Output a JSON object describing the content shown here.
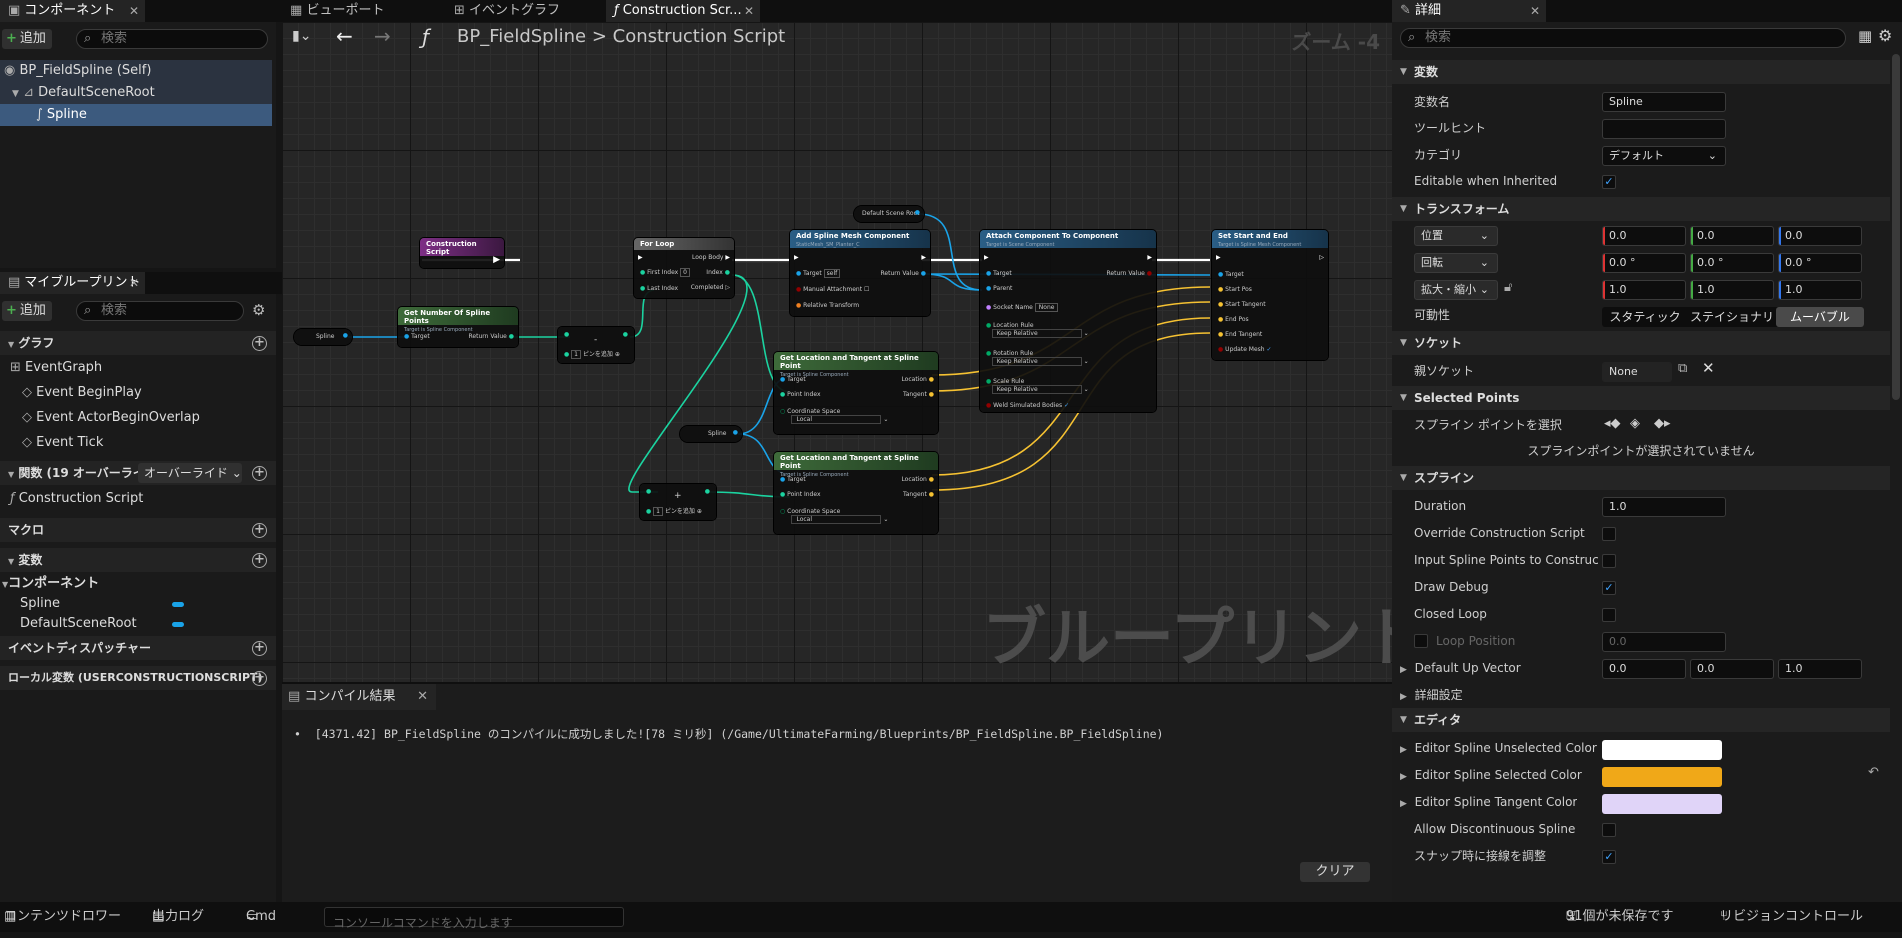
{
  "colors": {
    "graph_bg": "#262626",
    "exec": "#ffffff",
    "object": "#1aa3e8",
    "int": "#1bd3a0",
    "vector": "#f6c232",
    "bool": "#920000",
    "swatch_unselected": "#ffffff",
    "swatch_selected": "#f0a818",
    "swatch_tangent": "#e0d4f8"
  },
  "left": {
    "tab_components": "コンポーネント",
    "add": "追加",
    "search_ph": "検索",
    "tree": [
      "BP_FieldSpline (Self)",
      "DefaultSceneRoot",
      "Spline"
    ],
    "tab_mybp": "マイブループリント",
    "sec_graph": "グラフ",
    "graph_items": [
      "EventGraph",
      "Event BeginPlay",
      "Event ActorBeginOverlap",
      "Event Tick"
    ],
    "sec_functions": "関数 (19 オーバーライド可",
    "override_btn": "オーバーライド",
    "func_items": [
      "Construction Script"
    ],
    "sec_macro": "マクロ",
    "sec_vars": "変数",
    "var_group": "コンポーネント",
    "var_items": [
      "Spline",
      "DefaultSceneRoot"
    ],
    "sec_dispatch": "イベントディスパッチャー",
    "sec_local": "ローカル変数 (USERCONSTRUCTIONSCRIPT)"
  },
  "tabs": {
    "viewport": "ビューポート",
    "eventgraph": "イベントグラフ",
    "construction": "Construction Scr..."
  },
  "breadcrumb": {
    "bp": "BP_FieldSpline",
    "sep": ">",
    "graph": "Construction Script",
    "zoom": "ズーム -4"
  },
  "watermark": "ブループリント",
  "nodes": {
    "construction": "Construction Script",
    "getnum": "Get Number Of Spline Points",
    "getnum_sub": "Target is Spline Component",
    "target": "Target",
    "retval": "Return Value",
    "spline_var": "Spline",
    "minus": "-",
    "addpin": "ピンを追加",
    "one": "1",
    "forloop": "For Loop",
    "first_index": "First Index",
    "last_index": "Last Index",
    "loop_body": "Loop Body",
    "index": "Index",
    "completed": "Completed",
    "zero": "0",
    "dsr": "Default Scene Root",
    "addspline": "Add Spline Mesh Component",
    "addspline_sub": "StaticMesh_SM_Planter_C",
    "self": "self",
    "manual": "Manual Attachment",
    "reltrans": "Relative Transform",
    "attach": "Attach Component To Component",
    "attach_sub": "Target is Scene Component",
    "parent": "Parent",
    "socket": "Socket Name",
    "none": "None",
    "loc_rule": "Location Rule",
    "rot_rule": "Rotation Rule",
    "scale_rule": "Scale Rule",
    "keep_rel": "Keep Relative",
    "weld": "Weld Simulated Bodies",
    "setse": "Set Start and End",
    "setse_sub": "Target is Spline Mesh Component",
    "start_pos": "Start Pos",
    "start_tan": "Start Tangent",
    "end_pos": "End Pos",
    "end_tan": "End Tangent",
    "update_mesh": "Update Mesh",
    "getloc": "Get Location and Tangent at Spline Point",
    "getloc_sub": "Target is Spline Component",
    "point_index": "Point Index",
    "coord_space": "Coordinate Space",
    "local": "Local",
    "location": "Location",
    "tangent": "Tangent",
    "plus": "+"
  },
  "compile": {
    "tab": "コンパイル結果",
    "message": "[4371.42] BP_FieldSpline のコンパイルに成功しました![78 ミリ秒] (/Game/UltimateFarming/Blueprints/BP_FieldSpline.BP_FieldSpline)",
    "clear": "クリア"
  },
  "details": {
    "tab": "詳細",
    "search_ph": "検索",
    "cat_var": "変数",
    "var_name": "変数名",
    "var_name_val": "Spline",
    "tooltip": "ツールヒント",
    "category": "カテゴリ",
    "category_val": "デフォルト",
    "editable": "Editable when Inherited",
    "cat_transform": "トランスフォーム",
    "location": "位置",
    "rotation": "回転",
    "scale": "拡大・縮小",
    "loc_vals": [
      "0.0",
      "0.0",
      "0.0"
    ],
    "rot_vals": [
      "0.0 °",
      "0.0 °",
      "0.0 °"
    ],
    "scale_vals": [
      "1.0",
      "1.0",
      "1.0"
    ],
    "mobility": "可動性",
    "mob_static": "スタティック",
    "mob_stationary": "ステイショナリ",
    "mob_movable": "ムーバブル",
    "cat_socket": "ソケット",
    "parent_socket": "親ソケット",
    "parent_socket_val": "None",
    "cat_selected": "Selected Points",
    "select_spline_point": "スプライン ポイントを選択",
    "no_points": "スプラインポイントが選択されていません",
    "cat_spline": "スプライン",
    "duration": "Duration",
    "duration_val": "1.0",
    "override_cs": "Override Construction Script",
    "input_points": "Input Spline Points to Constructi...",
    "draw_debug": "Draw Debug",
    "closed_loop": "Closed Loop",
    "loop_position": "Loop Position",
    "loop_position_val": "0.0",
    "default_up": "Default Up Vector",
    "up_vals": [
      "0.0",
      "0.0",
      "1.0"
    ],
    "advanced": "詳細設定",
    "cat_editor": "エディタ",
    "unsel_color": "Editor Spline Unselected Color",
    "sel_color": "Editor Spline Selected Color",
    "tan_color": "Editor Spline Tangent Color",
    "allow_disc": "Allow Discontinuous Spline",
    "snap_tangent": "スナップ時に接線を調整"
  },
  "status": {
    "content_drawer": "コンテンツドロワー",
    "output_log": "出力ログ",
    "cmd": "Cmd",
    "console_ph": "コンソールコマンドを入力します",
    "unsaved": "91個が未保存です",
    "revision": "リビジョンコントロール"
  }
}
